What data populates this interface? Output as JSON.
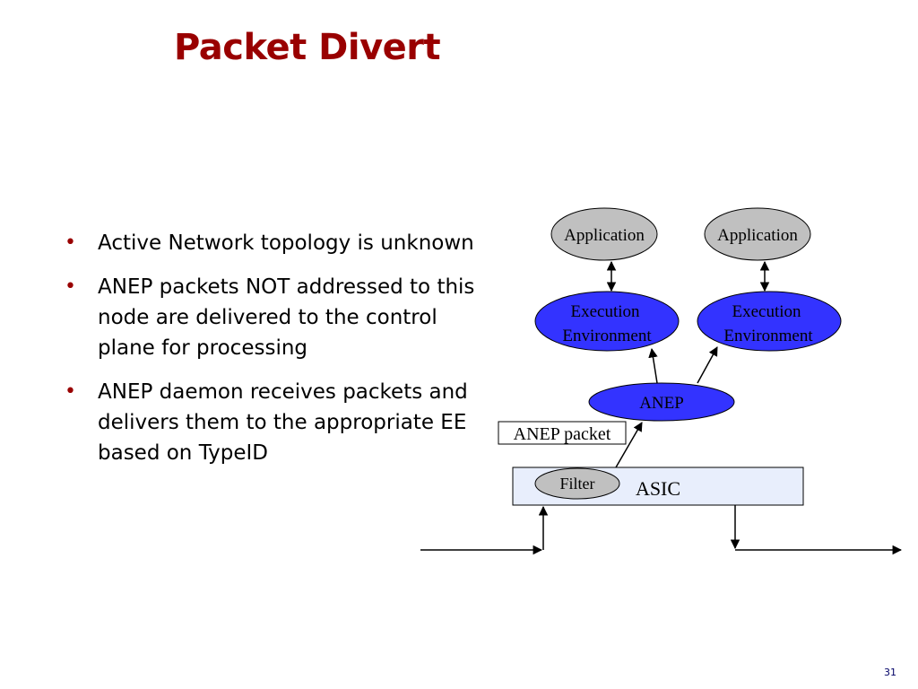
{
  "slide": {
    "title": "Packet Divert",
    "page_number": "31"
  },
  "bullets": [
    {
      "text": "Active Network topology is unknown"
    },
    {
      "text": "ANEP packets NOT addressed to this node are delivered to the control plane for processing"
    },
    {
      "text": "ANEP daemon receives packets and delivers them to the appropriate EE based on TypeID"
    }
  ],
  "diagram": {
    "application_left": "Application",
    "application_right": "Application",
    "ee_left_line1": "Execution",
    "ee_left_line2": "Environment",
    "ee_right_line1": "Execution",
    "ee_right_line2": "Environment",
    "anep": "ANEP",
    "anep_packet_label": "ANEP packet",
    "filter": "Filter",
    "asic": "ASIC",
    "colors": {
      "title": "#990000",
      "application_fill": "#c0c0c0",
      "ee_fill": "#3333ff",
      "asic_fill": "#e8eefc",
      "filter_fill": "#c0c0c0"
    }
  }
}
